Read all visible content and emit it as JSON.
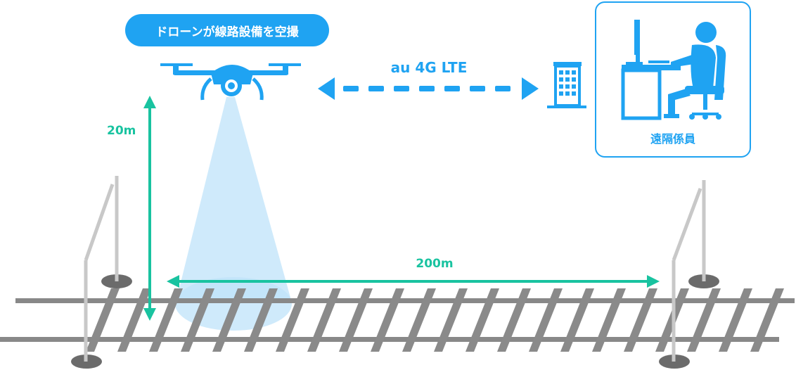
{
  "labels": {
    "drone_caption": "ドローンが線路設備を空撮",
    "network": "au 4G LTE",
    "operator": "遠隔係員",
    "altitude": "20m",
    "distance": "200m"
  },
  "colors": {
    "accent_blue": "#1fa3f2",
    "dimension_teal": "#19c3a0",
    "rail_gray": "#888888",
    "sleeper_gray": "#8a8a8a",
    "camera_beam": "#bfe3f9"
  },
  "icons": [
    "drone-icon",
    "building-icon",
    "operator-at-desk-icon",
    "double-arrow-icon",
    "signal-pole-icon"
  ]
}
